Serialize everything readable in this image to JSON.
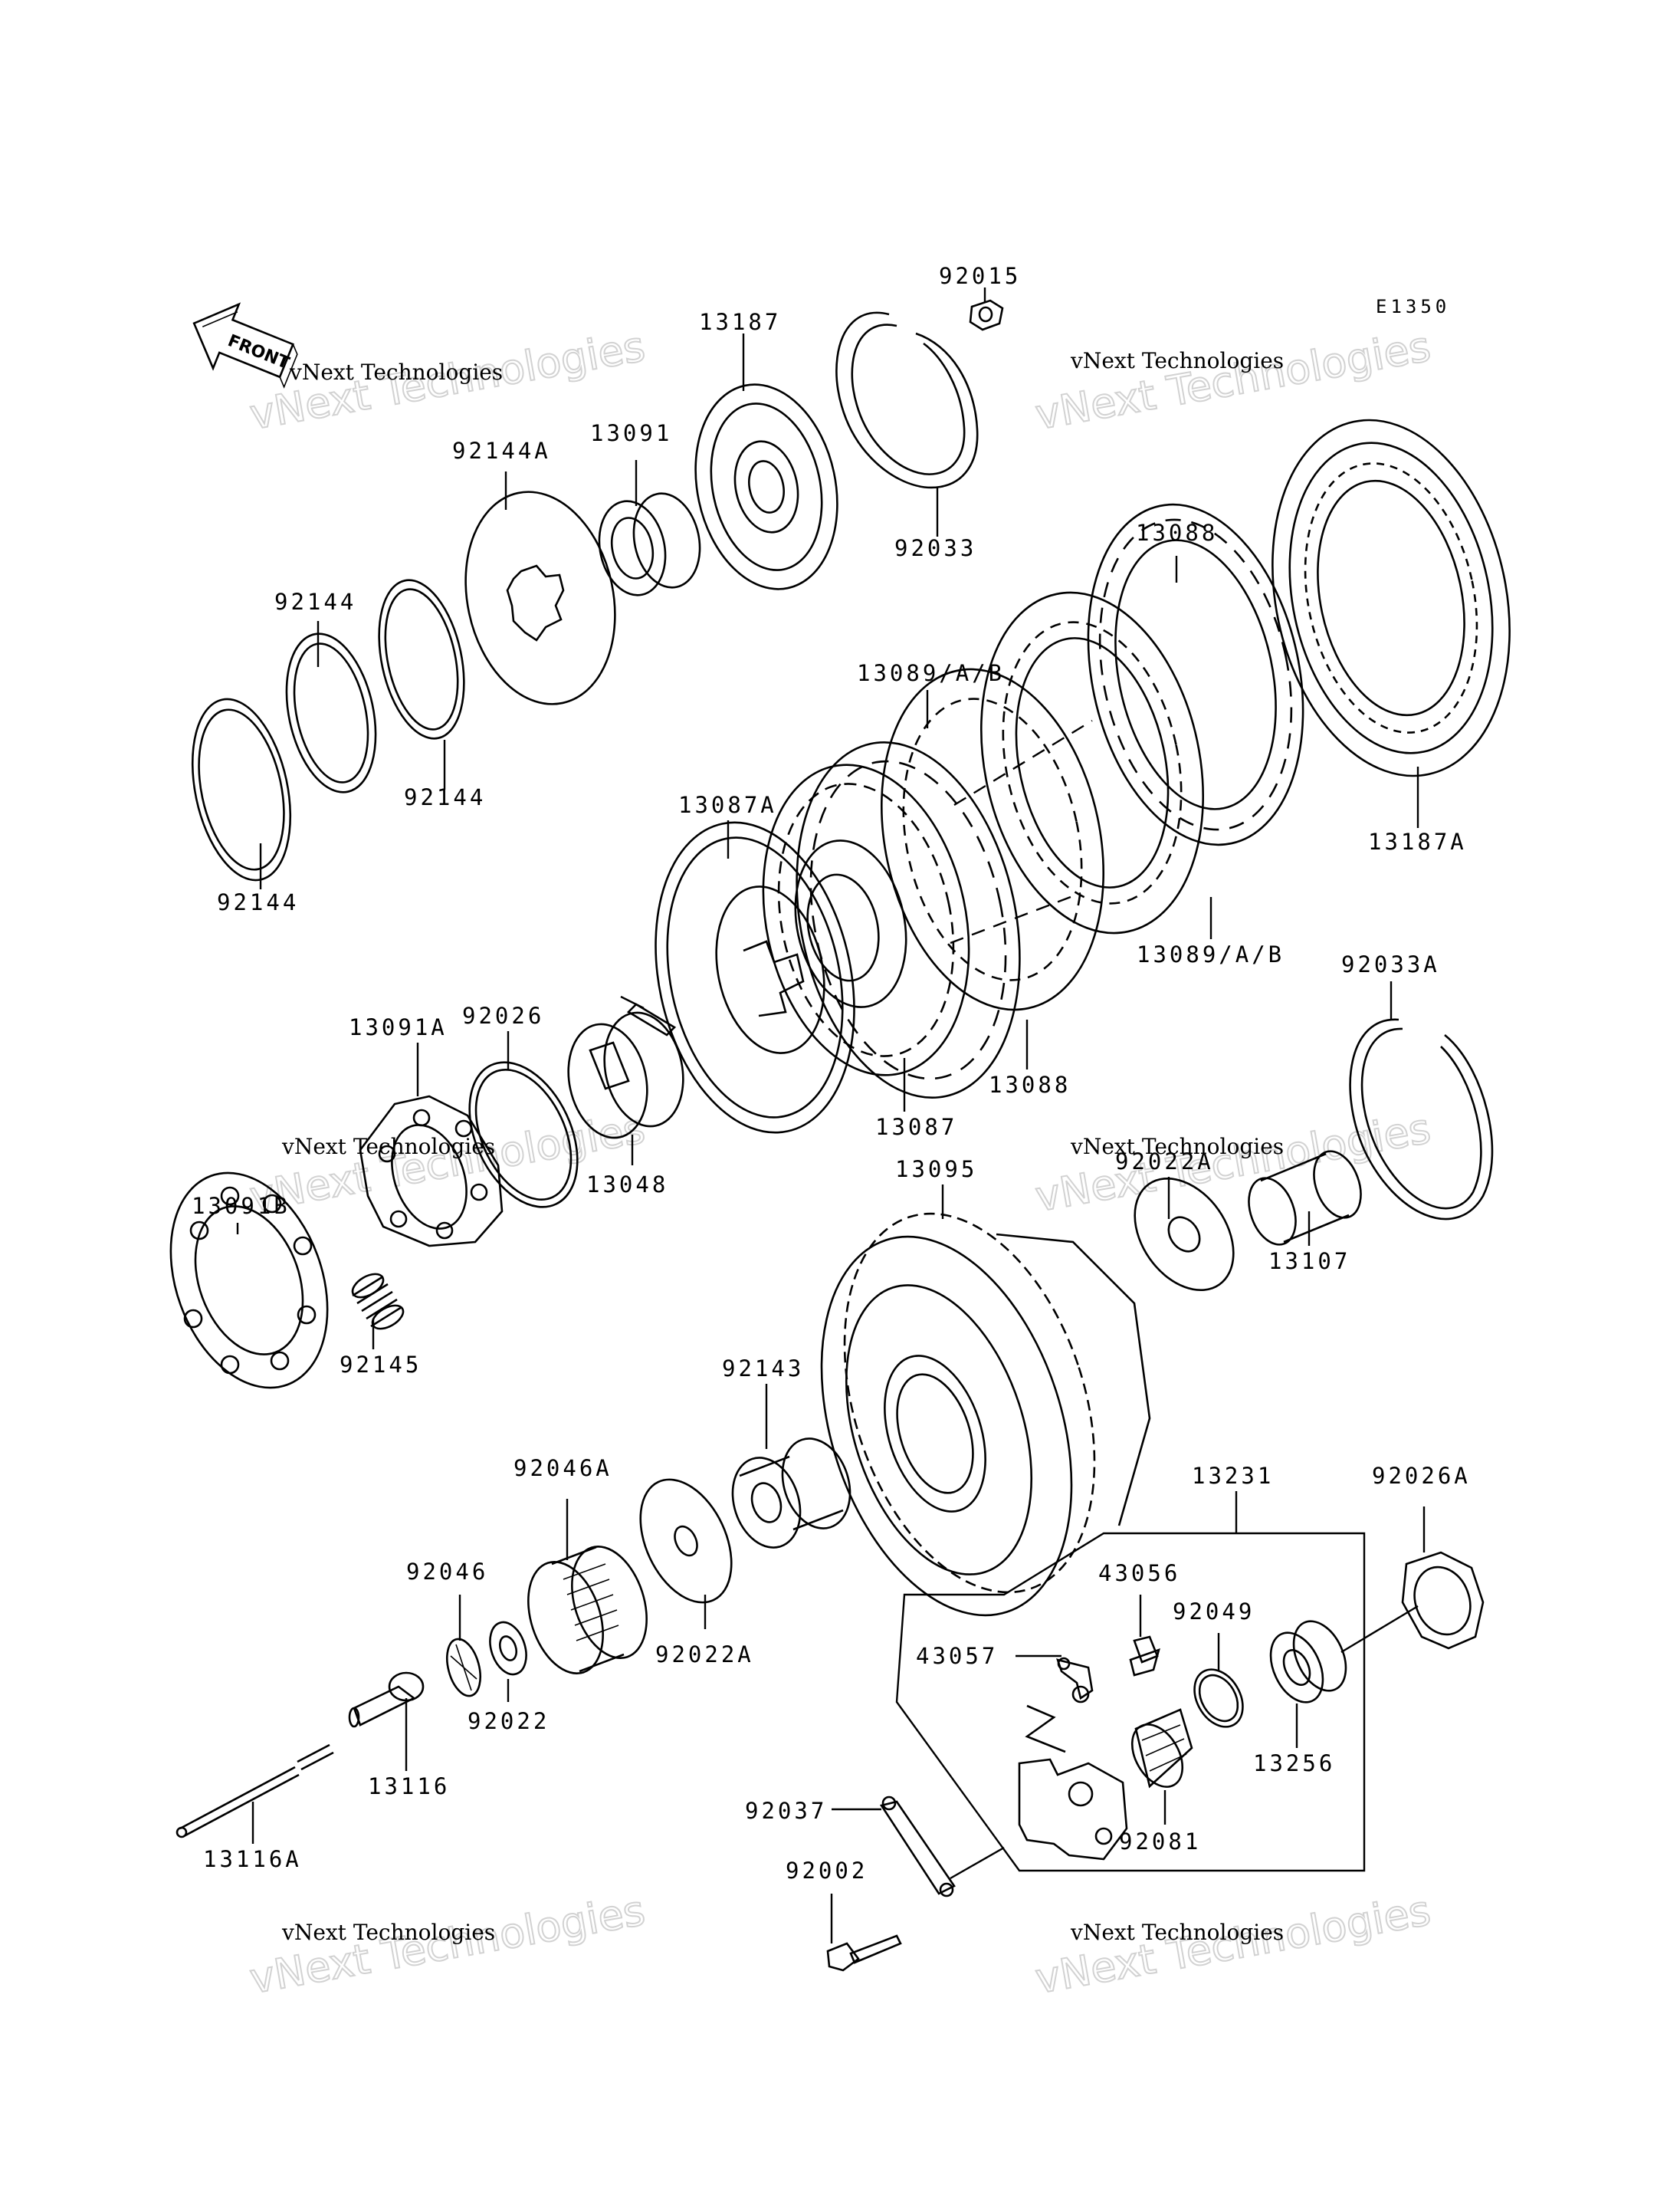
{
  "diagram": {
    "code": "E1350",
    "front_label": "FRONT",
    "parts": [
      "92015",
      "13187",
      "92144A",
      "13091",
      "92033",
      "13088",
      "92144",
      "92144",
      "13089/A/B",
      "92144",
      "13087A",
      "13187A",
      "13089/A/B",
      "92033A",
      "92026",
      "13091A",
      "13048",
      "13087",
      "13088",
      "13091B",
      "13095",
      "92022A",
      "13107",
      "92145",
      "92143",
      "13231",
      "92026A",
      "92046A",
      "43056",
      "92046",
      "43057",
      "92049",
      "92022A",
      "92022",
      "13256",
      "13116",
      "92037",
      "92081",
      "92002",
      "13116A"
    ],
    "watermarks": [
      {
        "line1": "vNext Technologies",
        "line2": "vNext Technologies"
      },
      {
        "line1": "vNext Technologies",
        "line2": "vNext Technologies"
      },
      {
        "line1": "vNext Technologies",
        "line2": "vNext Technologies"
      },
      {
        "line1": "vNext Technologies",
        "line2": "vNext Technologies"
      },
      {
        "line1": "vNext Technologies",
        "line2": "vNext Technologies"
      },
      {
        "line1": "vNext Technologies",
        "line2": "vNext Technologies"
      }
    ]
  }
}
